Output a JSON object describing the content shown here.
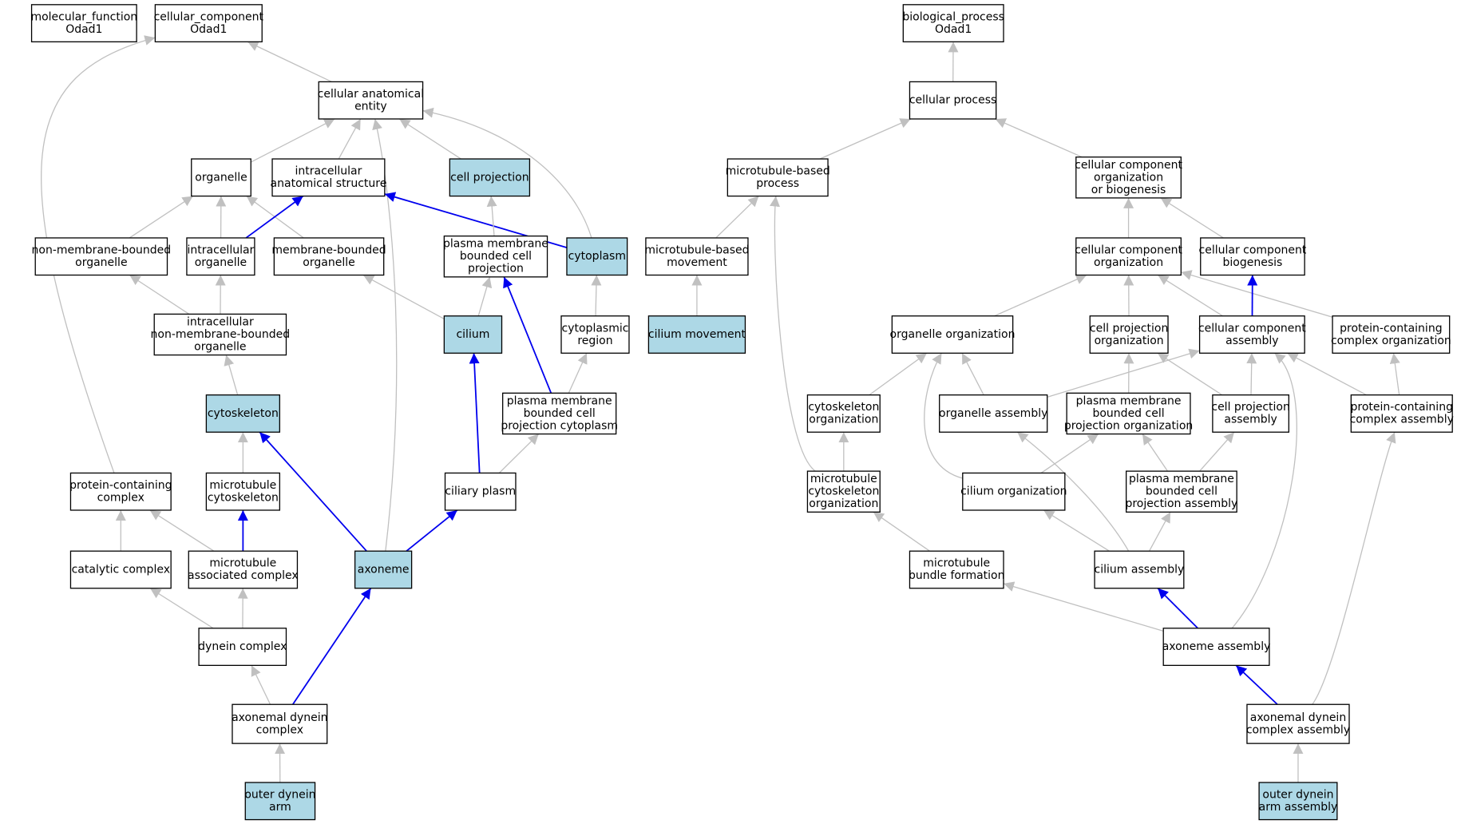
{
  "colors": {
    "edge_default": "#c0c0c0",
    "edge_highlight": "#0000ee",
    "node_fill": "#ffffff",
    "node_highlight": "#add8e6",
    "node_border": "#000000"
  },
  "nodes": [
    {
      "id": "mf_root",
      "lines": [
        "molecular_function",
        "Odad1"
      ],
      "highlight": false
    },
    {
      "id": "cc_root",
      "lines": [
        "cellular_component",
        "Odad1"
      ],
      "highlight": false
    },
    {
      "id": "bp_root",
      "lines": [
        "biological_process",
        "Odad1"
      ],
      "highlight": false
    },
    {
      "id": "cae",
      "lines": [
        "cellular anatomical",
        "entity"
      ],
      "highlight": false
    },
    {
      "id": "organelle",
      "lines": [
        "organelle"
      ],
      "highlight": false
    },
    {
      "id": "ias",
      "lines": [
        "intracellular",
        "anatomical structure"
      ],
      "highlight": false
    },
    {
      "id": "cellproj",
      "lines": [
        "cell projection"
      ],
      "highlight": true
    },
    {
      "id": "nmbo",
      "lines": [
        "non-membrane-bounded",
        "organelle"
      ],
      "highlight": false
    },
    {
      "id": "intorg",
      "lines": [
        "intracellular",
        "organelle"
      ],
      "highlight": false
    },
    {
      "id": "mbo",
      "lines": [
        "membrane-bounded",
        "organelle"
      ],
      "highlight": false
    },
    {
      "id": "pmbcp",
      "lines": [
        "plasma membrane",
        "bounded cell",
        "projection"
      ],
      "highlight": false
    },
    {
      "id": "cytoplasm",
      "lines": [
        "cytoplasm"
      ],
      "highlight": true
    },
    {
      "id": "inmbo",
      "lines": [
        "intracellular",
        "non-membrane-bounded",
        "organelle"
      ],
      "highlight": false
    },
    {
      "id": "cilium",
      "lines": [
        "cilium"
      ],
      "highlight": true
    },
    {
      "id": "cytoregion",
      "lines": [
        "cytoplasmic",
        "region"
      ],
      "highlight": false
    },
    {
      "id": "cytoskeleton",
      "lines": [
        "cytoskeleton"
      ],
      "highlight": true
    },
    {
      "id": "pmbcpc",
      "lines": [
        "plasma membrane",
        "bounded cell",
        "projection cytoplasm"
      ],
      "highlight": false
    },
    {
      "id": "pcc",
      "lines": [
        "protein-containing",
        "complex"
      ],
      "highlight": false
    },
    {
      "id": "mtcyto",
      "lines": [
        "microtubule",
        "cytoskeleton"
      ],
      "highlight": false
    },
    {
      "id": "ciliaryplasm",
      "lines": [
        "ciliary plasm"
      ],
      "highlight": false
    },
    {
      "id": "catalytic",
      "lines": [
        "catalytic complex"
      ],
      "highlight": false
    },
    {
      "id": "mtassoc",
      "lines": [
        "microtubule",
        "associated complex"
      ],
      "highlight": false
    },
    {
      "id": "axoneme",
      "lines": [
        "axoneme"
      ],
      "highlight": true
    },
    {
      "id": "dynein",
      "lines": [
        "dynein complex"
      ],
      "highlight": false
    },
    {
      "id": "axdynein",
      "lines": [
        "axonemal dynein",
        "complex"
      ],
      "highlight": false
    },
    {
      "id": "oda",
      "lines": [
        "outer dynein",
        "arm"
      ],
      "highlight": true
    },
    {
      "id": "cellproc",
      "lines": [
        "cellular process"
      ],
      "highlight": false
    },
    {
      "id": "mtbp",
      "lines": [
        "microtubule-based",
        "process"
      ],
      "highlight": false
    },
    {
      "id": "ccob",
      "lines": [
        "cellular component",
        "organization",
        "or biogenesis"
      ],
      "highlight": false
    },
    {
      "id": "mtbm",
      "lines": [
        "microtubule-based",
        "movement"
      ],
      "highlight": false
    },
    {
      "id": "cco",
      "lines": [
        "cellular component",
        "organization"
      ],
      "highlight": false
    },
    {
      "id": "ccb",
      "lines": [
        "cellular component",
        "biogenesis"
      ],
      "highlight": false
    },
    {
      "id": "ciliummove",
      "lines": [
        "cilium movement"
      ],
      "highlight": true
    },
    {
      "id": "orgorg",
      "lines": [
        "organelle organization"
      ],
      "highlight": false
    },
    {
      "id": "cpo",
      "lines": [
        "cell projection",
        "organization"
      ],
      "highlight": false
    },
    {
      "id": "cca",
      "lines": [
        "cellular component",
        "assembly"
      ],
      "highlight": false
    },
    {
      "id": "pco",
      "lines": [
        "protein-containing",
        "complex organization"
      ],
      "highlight": false
    },
    {
      "id": "cskorg",
      "lines": [
        "cytoskeleton",
        "organization"
      ],
      "highlight": false
    },
    {
      "id": "orgasm",
      "lines": [
        "organelle assembly"
      ],
      "highlight": false
    },
    {
      "id": "pmbcpo",
      "lines": [
        "plasma membrane",
        "bounded cell",
        "projection organization"
      ],
      "highlight": false
    },
    {
      "id": "cpa",
      "lines": [
        "cell projection",
        "assembly"
      ],
      "highlight": false
    },
    {
      "id": "pca",
      "lines": [
        "protein-containing",
        "complex assembly"
      ],
      "highlight": false
    },
    {
      "id": "mtcskorg",
      "lines": [
        "microtubule",
        "cytoskeleton",
        "organization"
      ],
      "highlight": false
    },
    {
      "id": "ciliumorg",
      "lines": [
        "cilium organization"
      ],
      "highlight": false
    },
    {
      "id": "pmbcpa",
      "lines": [
        "plasma membrane",
        "bounded cell",
        "projection assembly"
      ],
      "highlight": false
    },
    {
      "id": "mtbundle",
      "lines": [
        "microtubule",
        "bundle formation"
      ],
      "highlight": false
    },
    {
      "id": "ciliumasm",
      "lines": [
        "cilium assembly"
      ],
      "highlight": false
    },
    {
      "id": "axasm",
      "lines": [
        "axoneme assembly"
      ],
      "highlight": false
    },
    {
      "id": "axdyasm",
      "lines": [
        "axonemal dynein",
        "complex assembly"
      ],
      "highlight": false
    },
    {
      "id": "odaasm",
      "lines": [
        "outer dynein",
        "arm assembly"
      ],
      "highlight": true
    }
  ],
  "edges": [
    {
      "from": "cae",
      "to": "cc_root",
      "highlight": false
    },
    {
      "from": "pcc",
      "to": "cc_root",
      "highlight": false
    },
    {
      "from": "organelle",
      "to": "cae",
      "highlight": false
    },
    {
      "from": "ias",
      "to": "cae",
      "highlight": false
    },
    {
      "from": "cellproj",
      "to": "cae",
      "highlight": false
    },
    {
      "from": "cytoplasm",
      "to": "cae",
      "highlight": false
    },
    {
      "from": "axoneme",
      "to": "cae",
      "highlight": false
    },
    {
      "from": "nmbo",
      "to": "organelle",
      "highlight": false
    },
    {
      "from": "intorg",
      "to": "organelle",
      "highlight": false
    },
    {
      "from": "mbo",
      "to": "organelle",
      "highlight": false
    },
    {
      "from": "intorg",
      "to": "ias",
      "highlight": true
    },
    {
      "from": "cytoplasm",
      "to": "ias",
      "highlight": true
    },
    {
      "from": "pmbcp",
      "to": "cellproj",
      "highlight": false
    },
    {
      "from": "inmbo",
      "to": "nmbo",
      "highlight": false
    },
    {
      "from": "inmbo",
      "to": "intorg",
      "highlight": false
    },
    {
      "from": "cilium",
      "to": "mbo",
      "highlight": false
    },
    {
      "from": "cilium",
      "to": "pmbcp",
      "highlight": false
    },
    {
      "from": "pmbcpc",
      "to": "pmbcp",
      "highlight": true
    },
    {
      "from": "cytoregion",
      "to": "cytoplasm",
      "highlight": false
    },
    {
      "from": "cytoskeleton",
      "to": "inmbo",
      "highlight": false
    },
    {
      "from": "ciliaryplasm",
      "to": "cilium",
      "highlight": true
    },
    {
      "from": "pmbcpc",
      "to": "cytoregion",
      "highlight": false
    },
    {
      "from": "mtcyto",
      "to": "cytoskeleton",
      "highlight": false
    },
    {
      "from": "axoneme",
      "to": "cytoskeleton",
      "highlight": true
    },
    {
      "from": "ciliaryplasm",
      "to": "pmbcpc",
      "highlight": false
    },
    {
      "from": "catalytic",
      "to": "pcc",
      "highlight": false
    },
    {
      "from": "mtassoc",
      "to": "pcc",
      "highlight": false
    },
    {
      "from": "mtassoc",
      "to": "mtcyto",
      "highlight": true
    },
    {
      "from": "axoneme",
      "to": "ciliaryplasm",
      "highlight": true
    },
    {
      "from": "dynein",
      "to": "catalytic",
      "highlight": false
    },
    {
      "from": "dynein",
      "to": "mtassoc",
      "highlight": false
    },
    {
      "from": "axdynein",
      "to": "axoneme",
      "highlight": true
    },
    {
      "from": "axdynein",
      "to": "dynein",
      "highlight": false
    },
    {
      "from": "oda",
      "to": "axdynein",
      "highlight": false
    },
    {
      "from": "cellproc",
      "to": "bp_root",
      "highlight": false
    },
    {
      "from": "mtbp",
      "to": "cellproc",
      "highlight": false
    },
    {
      "from": "ccob",
      "to": "cellproc",
      "highlight": false
    },
    {
      "from": "mtbm",
      "to": "mtbp",
      "highlight": false
    },
    {
      "from": "mtcskorg",
      "to": "mtbp",
      "highlight": false
    },
    {
      "from": "cco",
      "to": "ccob",
      "highlight": false
    },
    {
      "from": "ccb",
      "to": "ccob",
      "highlight": false
    },
    {
      "from": "ciliummove",
      "to": "mtbm",
      "highlight": false
    },
    {
      "from": "orgorg",
      "to": "cco",
      "highlight": false
    },
    {
      "from": "cpo",
      "to": "cco",
      "highlight": false
    },
    {
      "from": "cca",
      "to": "cco",
      "highlight": false
    },
    {
      "from": "pco",
      "to": "cco",
      "highlight": false
    },
    {
      "from": "cca",
      "to": "ccb",
      "highlight": true
    },
    {
      "from": "cskorg",
      "to": "orgorg",
      "highlight": false
    },
    {
      "from": "orgasm",
      "to": "orgorg",
      "highlight": false
    },
    {
      "from": "ciliumorg",
      "to": "orgorg",
      "highlight": false
    },
    {
      "from": "pmbcpo",
      "to": "cpo",
      "highlight": false
    },
    {
      "from": "cpa",
      "to": "cpo",
      "highlight": false
    },
    {
      "from": "orgasm",
      "to": "cca",
      "highlight": false
    },
    {
      "from": "cpa",
      "to": "cca",
      "highlight": false
    },
    {
      "from": "pca",
      "to": "cca",
      "highlight": false
    },
    {
      "from": "axasm",
      "to": "cca",
      "highlight": false
    },
    {
      "from": "pca",
      "to": "pco",
      "highlight": false
    },
    {
      "from": "mtcskorg",
      "to": "cskorg",
      "highlight": false
    },
    {
      "from": "ciliumasm",
      "to": "orgasm",
      "highlight": false
    },
    {
      "from": "ciliumorg",
      "to": "pmbcpo",
      "highlight": false
    },
    {
      "from": "pmbcpa",
      "to": "pmbcpo",
      "highlight": false
    },
    {
      "from": "pmbcpa",
      "to": "cpa",
      "highlight": false
    },
    {
      "from": "axdyasm",
      "to": "pca",
      "highlight": false
    },
    {
      "from": "mtbundle",
      "to": "mtcskorg",
      "highlight": false
    },
    {
      "from": "ciliumasm",
      "to": "ciliumorg",
      "highlight": false
    },
    {
      "from": "ciliumasm",
      "to": "pmbcpa",
      "highlight": false
    },
    {
      "from": "axasm",
      "to": "mtbundle",
      "highlight": false
    },
    {
      "from": "axasm",
      "to": "ciliumasm",
      "highlight": true
    },
    {
      "from": "axdyasm",
      "to": "axasm",
      "highlight": true
    },
    {
      "from": "odaasm",
      "to": "axdyasm",
      "highlight": false
    }
  ]
}
